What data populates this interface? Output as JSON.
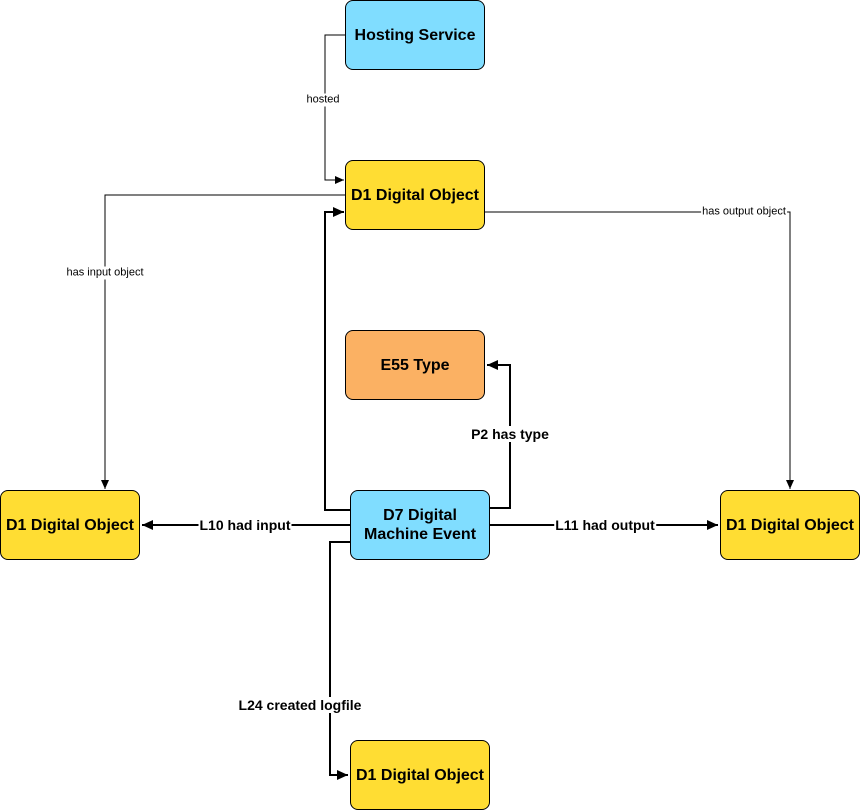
{
  "nodes": {
    "hosting_service": {
      "label": "Hosting Service",
      "color": "#80DDFF"
    },
    "d1_top": {
      "label": "D1 Digital Object",
      "color": "#FFDD33"
    },
    "e55_type": {
      "label": "E55 Type",
      "color": "#FBB163"
    },
    "d7_event": {
      "label": "D7 Digital\nMachine Event",
      "color": "#80DDFF"
    },
    "d1_left": {
      "label": "D1 Digital Object",
      "color": "#FFDD33"
    },
    "d1_right": {
      "label": "D1 Digital Object",
      "color": "#FFDD33"
    },
    "d1_bottom": {
      "label": "D1 Digital Object",
      "color": "#FFDD33"
    }
  },
  "edges": {
    "hosted": "hosted",
    "has_input_object": "has input object",
    "has_output_object": "has output object",
    "p2_has_type": "P2 has type",
    "l10_had_input": "L10 had input",
    "l11_had_output": "L11 had output",
    "l24_created_logfile": "L24 created logfile"
  }
}
